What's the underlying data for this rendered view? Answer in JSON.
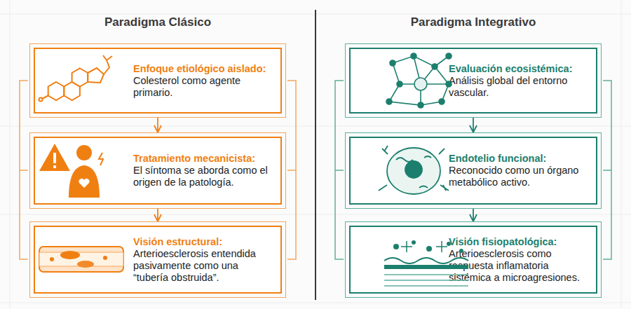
{
  "diagram": {
    "nodes": [
      {
        "text": [
          "Enfoque etiológico aislado:",
          "Colesterol como agente primario."
        ]
      },
      {
        "text": [
          "Tratamiento mecanicista:",
          "El síntoma se aborda como el origen de la patología."
        ]
      },
      {
        "text": [
          "Visión estructural:",
          "Arterioesclerosis entendida pasivamente como una “tubería obstruida”."
        ]
      },
      {
        "text": [
          "Evaluación ecosistémica:",
          "Análisis global del entorno vascular."
        ]
      },
      {
        "text": [
          "Endotelio funcional:",
          "Reconocido como un órgano metabólico activo."
        ]
      },
      {
        "text": [
          "Visión fisiopatológica:",
          "Arterioesclerosis como respuesta inflamatoria sistémica a microagresiones."
        ]
      }
    ],
    "edges": [
      {
        "from": 0,
        "to": 1,
        "arrow": "to"
      },
      {
        "from": 1,
        "to": 2,
        "arrow": "to"
      },
      {
        "from": 3,
        "to": 4,
        "arrow": "to"
      },
      {
        "from": 4,
        "to": 5,
        "arrow": "to"
      }
    ],
    "labels": [
      "Paradigma Clásico",
      "Paradigma Integrativo"
    ]
  }
}
